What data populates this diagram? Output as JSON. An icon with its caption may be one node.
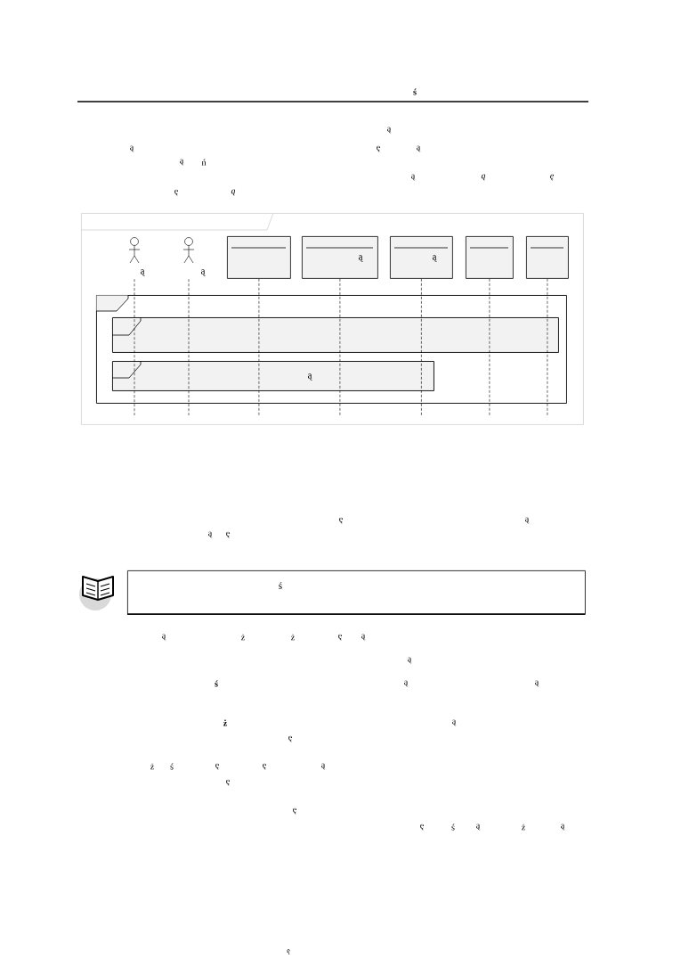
{
  "diagram": {
    "nodes": [
      {
        "text": [],
        "shape": "box"
      },
      {
        "text": [],
        "shape": "person",
        "in": 0,
        "beside": [
          "ą"
        ]
      },
      {
        "text": [],
        "shape": "person",
        "in": 0,
        "beside": [
          "ą"
        ]
      },
      {
        "text": [],
        "shape": "box",
        "in": 0
      },
      {
        "text": [
          "ą"
        ],
        "in": 0
      },
      {
        "text": [
          "ą"
        ],
        "in": 0
      },
      {
        "text": [],
        "shape": "box",
        "in": 0
      },
      {
        "text": [],
        "shape": "box",
        "in": 0
      },
      {
        "text": [],
        "shape": "box",
        "in": 0
      },
      {
        "text": [],
        "shape": "box",
        "in": 8
      },
      {
        "text": [
          "ą"
        ],
        "in": 8
      },
      {
        "text": [
          "ś"
        ]
      }
    ],
    "edges": [
      {
        "from": 1,
        "to": null,
        "arrow": "none",
        "style": "dashed"
      },
      {
        "from": 2,
        "to": null,
        "arrow": "none",
        "style": "dashed"
      },
      {
        "from": 3,
        "to": null,
        "arrow": "none",
        "style": "dashed"
      },
      {
        "from": 4,
        "to": null,
        "arrow": "none",
        "style": "dashed"
      },
      {
        "from": 5,
        "to": null,
        "arrow": "none",
        "style": "dashed"
      },
      {
        "from": 6,
        "to": null,
        "arrow": "none",
        "style": "dashed"
      },
      {
        "from": 7,
        "to": null,
        "arrow": "none",
        "style": "dashed"
      }
    ],
    "labels": [
      "ś",
      "ą",
      "ą",
      "ę",
      "ą",
      "ą",
      "ń",
      "ą",
      "ą",
      "ę",
      "ę",
      "ą",
      "ę",
      "ą",
      "ą",
      "ę",
      "ą",
      "ż",
      "ż",
      "ę",
      "ą",
      "ą",
      "ś",
      "ą",
      "ą",
      "ż",
      "ą",
      "ę",
      "ż",
      "ś",
      "ę",
      "ę",
      "ą",
      "ę",
      "ę",
      "ę",
      "ś",
      "ą",
      "ż",
      "ą",
      "ę"
    ]
  }
}
